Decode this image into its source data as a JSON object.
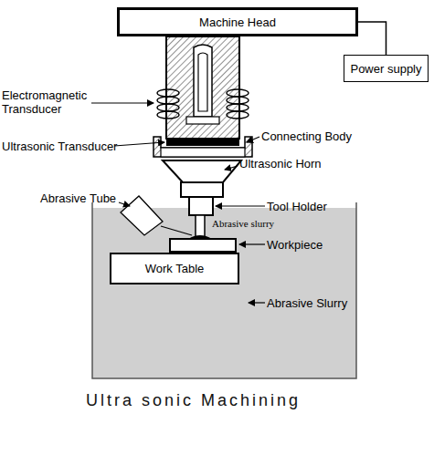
{
  "diagram": {
    "title": "Ultra sonic Machining",
    "nodes": [
      {
        "text": [
          "Machine Head"
        ]
      },
      {
        "text": [
          "Power supply"
        ]
      },
      {
        "text": [
          "Work Table"
        ]
      }
    ],
    "edges": [
      {
        "from": 0,
        "to": 1,
        "arrow": "none"
      }
    ],
    "labels": [
      "Electromagnetic Transducer",
      "Ultrasonic Transducer",
      "Connecting Body",
      "Ultrasonic Horn",
      "Abrasive Tube",
      "Tool Holder",
      "Abrasive slurry",
      "Workpiece",
      "Abrasive Slurry"
    ]
  }
}
